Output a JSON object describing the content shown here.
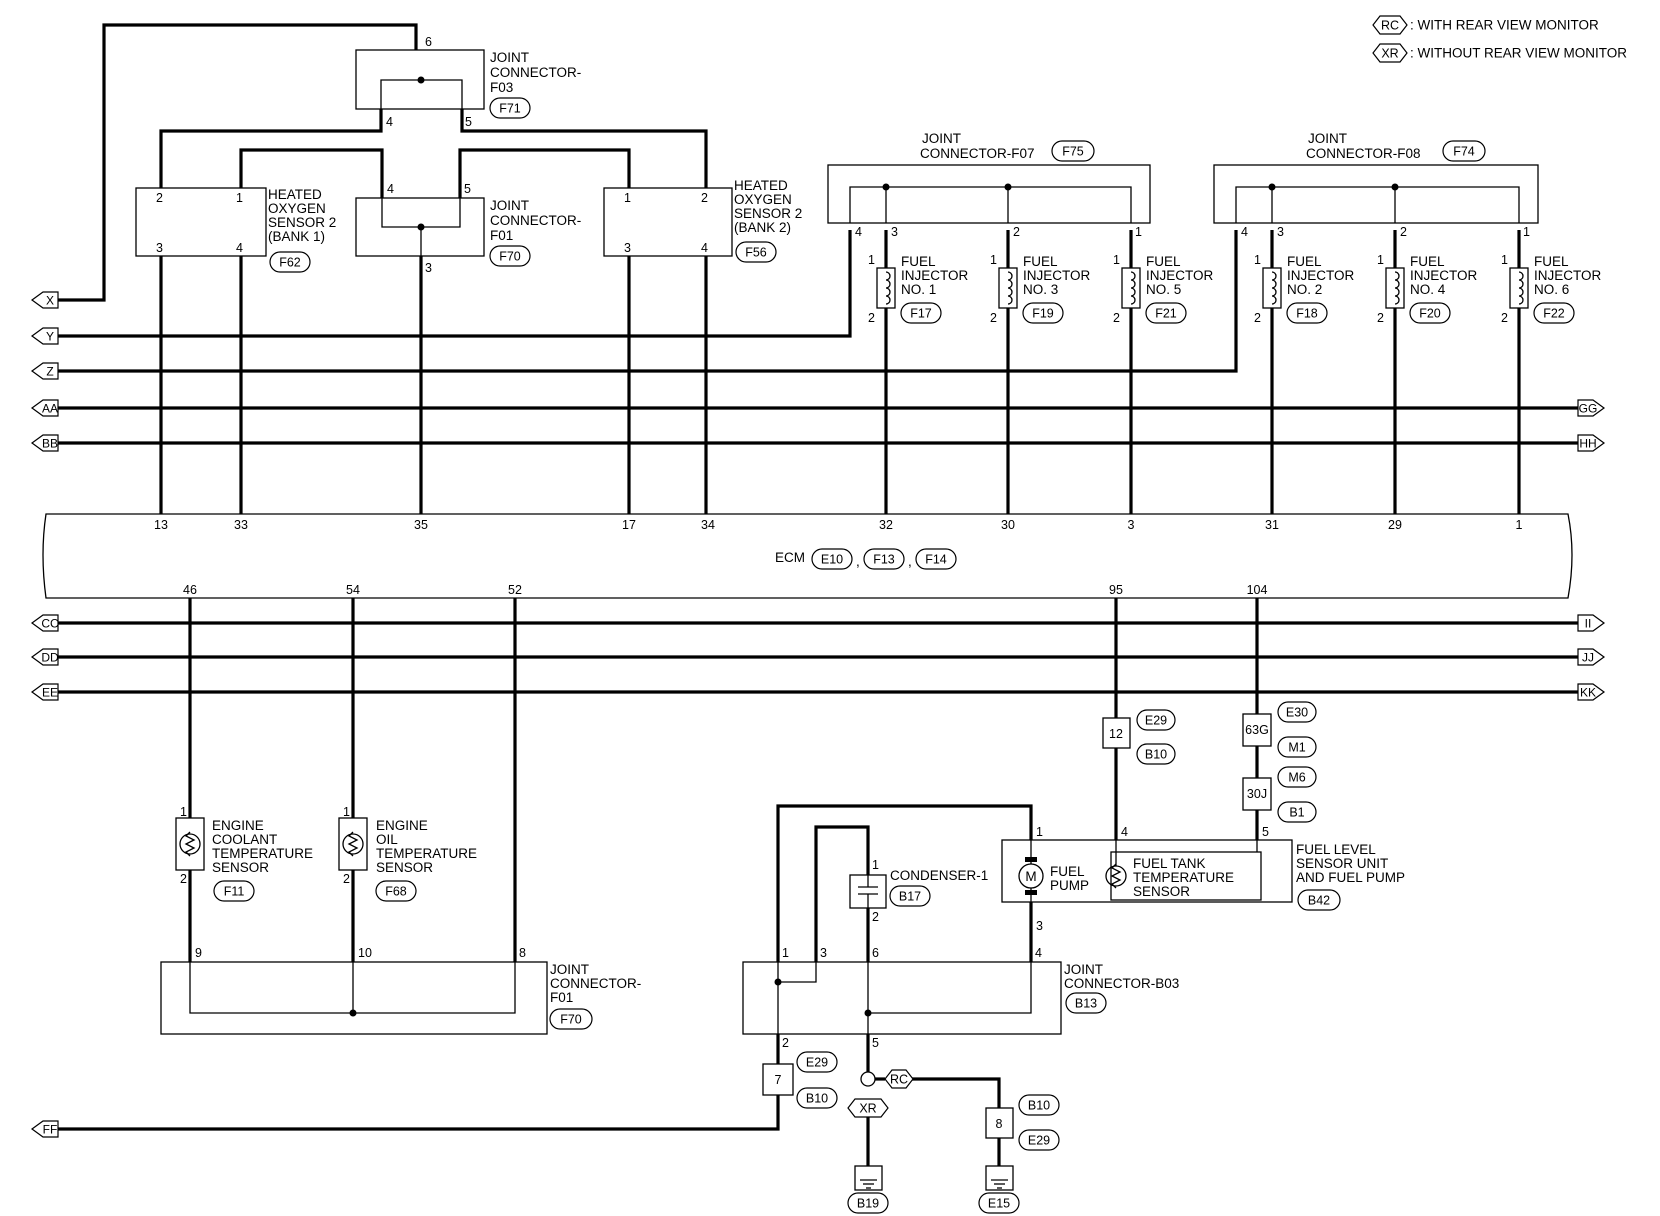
{
  "legend": {
    "rc": {
      "code": "RC",
      "text": ": WITH REAR VIEW MONITOR"
    },
    "xr": {
      "code": "XR",
      "text": ": WITHOUT REAR VIEW MONITOR"
    }
  },
  "buses_left": [
    "X",
    "Y",
    "Z",
    "AA",
    "BB",
    "CC",
    "DD",
    "EE",
    "FF"
  ],
  "buses_right": [
    "GG",
    "HH",
    "II",
    "JJ",
    "KK"
  ],
  "ecm": {
    "label": "ECM",
    "connectors": [
      "E10",
      "F13",
      "F14"
    ],
    "sep1": ",",
    "sep2": ",",
    "top_pins": [
      "13",
      "33",
      "35",
      "17",
      "34",
      "32",
      "30",
      "3",
      "31",
      "29",
      "1"
    ],
    "bottom_pins": [
      "46",
      "54",
      "52",
      "95",
      "104"
    ]
  },
  "jc_f03": {
    "lines": [
      "JOINT",
      "CONNECTOR-",
      "F03"
    ],
    "conn": "F71",
    "pins": [
      "6",
      "4",
      "5"
    ]
  },
  "jc_f01_top": {
    "lines": [
      "JOINT",
      "CONNECTOR-",
      "F01"
    ],
    "conn": "F70",
    "pins": [
      "4",
      "5",
      "3"
    ]
  },
  "ho2s_b1": {
    "lines": [
      "HEATED",
      "OXYGEN",
      "SENSOR 2",
      "(BANK 1)"
    ],
    "conn": "F62",
    "pins": [
      "2",
      "1",
      "3",
      "4"
    ]
  },
  "ho2s_b2": {
    "lines": [
      "HEATED",
      "OXYGEN",
      "SENSOR 2",
      "(BANK 2)"
    ],
    "conn": "F56",
    "pins": [
      "1",
      "2",
      "3",
      "4"
    ]
  },
  "jc_f07": {
    "lines": [
      "JOINT",
      "CONNECTOR-F07"
    ],
    "conn": "F75",
    "pins": [
      "4",
      "3",
      "2",
      "1"
    ]
  },
  "jc_f08": {
    "lines": [
      "JOINT",
      "CONNECTOR-F08"
    ],
    "conn": "F74",
    "pins": [
      "4",
      "3",
      "2",
      "1"
    ]
  },
  "injectors": [
    {
      "lines": [
        "FUEL",
        "INJECTOR",
        "NO. 1"
      ],
      "conn": "F17",
      "pin_top": "1",
      "pin_bot": "2"
    },
    {
      "lines": [
        "FUEL",
        "INJECTOR",
        "NO. 3"
      ],
      "conn": "F19",
      "pin_top": "1",
      "pin_bot": "2"
    },
    {
      "lines": [
        "FUEL",
        "INJECTOR",
        "NO. 5"
      ],
      "conn": "F21",
      "pin_top": "1",
      "pin_bot": "2"
    },
    {
      "lines": [
        "FUEL",
        "INJECTOR",
        "NO. 2"
      ],
      "conn": "F18",
      "pin_top": "1",
      "pin_bot": "2"
    },
    {
      "lines": [
        "FUEL",
        "INJECTOR",
        "NO. 4"
      ],
      "conn": "F20",
      "pin_top": "1",
      "pin_bot": "2"
    },
    {
      "lines": [
        "FUEL",
        "INJECTOR",
        "NO. 6"
      ],
      "conn": "F22",
      "pin_top": "1",
      "pin_bot": "2"
    }
  ],
  "ect": {
    "lines": [
      "ENGINE",
      "COOLANT",
      "TEMPERATURE",
      "SENSOR"
    ],
    "conn": "F11",
    "pins": [
      "1",
      "2"
    ]
  },
  "eot": {
    "lines": [
      "ENGINE",
      "OIL",
      "TEMPERATURE",
      "SENSOR"
    ],
    "conn": "F68",
    "pins": [
      "1",
      "2"
    ]
  },
  "jc_f01_bot": {
    "lines": [
      "JOINT",
      "CONNECTOR-",
      "F01"
    ],
    "conn": "F70",
    "pins": [
      "9",
      "10",
      "8"
    ]
  },
  "jc_b03": {
    "lines": [
      "JOINT",
      "CONNECTOR-B03"
    ],
    "conn": "B13",
    "pins": [
      "1",
      "3",
      "6",
      "4",
      "2",
      "5"
    ]
  },
  "condenser": {
    "label": "CONDENSER-1",
    "conn": "B17",
    "pins": [
      "1",
      "2"
    ]
  },
  "fuel_unit": {
    "lines": [
      "FUEL LEVEL",
      "SENSOR UNIT",
      "AND FUEL PUMP"
    ],
    "conn": "B42",
    "pins": [
      "1",
      "4",
      "5",
      "3"
    ],
    "pump_lines": [
      "FUEL",
      "PUMP"
    ],
    "pump_symbol": "M",
    "tank_lines": [
      "FUEL TANK",
      "TEMPERATURE",
      "SENSOR"
    ]
  },
  "inline": {
    "c12": {
      "num": "12",
      "tags": [
        "E29",
        "B10"
      ]
    },
    "c63g": {
      "num": "63G",
      "tags": [
        "E30",
        "M1"
      ]
    },
    "c30j": {
      "num": "30J",
      "tags": [
        "M6",
        "B1"
      ]
    },
    "c7": {
      "num": "7",
      "tags": [
        "E29",
        "B10"
      ]
    },
    "c8": {
      "num": "8",
      "tags": [
        "B10",
        "E29"
      ]
    }
  },
  "grounds": [
    "B19",
    "E15"
  ],
  "branch_tags": {
    "rc": "RC",
    "xr": "XR"
  }
}
